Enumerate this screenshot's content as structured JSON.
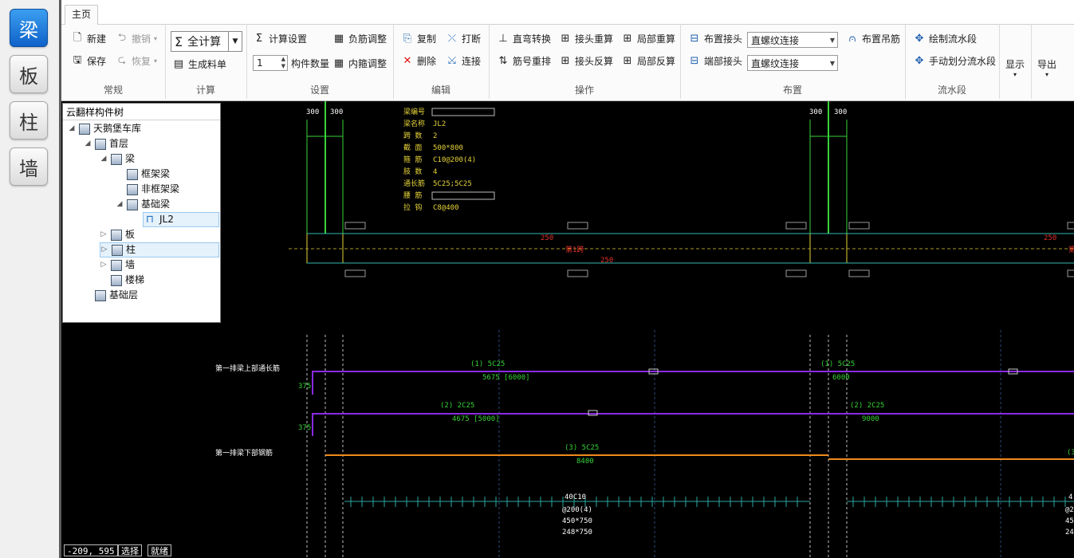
{
  "left_rail": [
    "梁",
    "板",
    "柱",
    "墙"
  ],
  "tabs": [
    "主页"
  ],
  "groups": {
    "general": {
      "label": "常规",
      "new": "新建",
      "undo": "撤销",
      "save": "保存",
      "redo": "恢复"
    },
    "calc": {
      "label": "计算",
      "full_calc": "全计算",
      "gen_bill": "生成料单"
    },
    "settings": {
      "label": "设置",
      "calc_settings": "计算设置",
      "neg_rebar": "负筋调整",
      "count_value": "1",
      "count_label": "构件数量",
      "stirrup": "内箍调整"
    },
    "edit": {
      "label": "编辑",
      "copy": "复制",
      "break": "打断",
      "delete": "删除",
      "connect": "连接"
    },
    "ops": {
      "label": "操作",
      "bend": "直弯转换",
      "joint_recalc": "接头重算",
      "local_recalc": "局部重算",
      "renumber": "筋号重排",
      "joint_reverse": "接头反算",
      "local_reverse": "局部反算"
    },
    "layout": {
      "label": "布置",
      "place_joint": "布置接头",
      "joint_type1": "直螺纹连接",
      "end_joint": "端部接头",
      "joint_type2": "直螺纹连接",
      "hanger": "布置吊筋"
    },
    "flow": {
      "label": "流水段",
      "draw_flow": "绘制流水段",
      "manual_flow": "手动划分流水段"
    },
    "show": "显示",
    "export": "导出"
  },
  "tree": {
    "title": "云翻样构件树",
    "project": "天鹅堡车库",
    "floor1": "首层",
    "beam": "梁",
    "frame_beam": "框架梁",
    "nonframe_beam": "非框架梁",
    "found_beam": "基础梁",
    "jl2": "JL2",
    "slab": "板",
    "column": "柱",
    "wall": "墙",
    "stairs": "楼梯",
    "foundation": "基础层"
  },
  "cad": {
    "col_dims": [
      "300",
      "300",
      "300",
      "300"
    ],
    "info_labels": [
      "梁编号",
      "梁名称",
      "跨 数",
      "截 面",
      "箍 筋",
      "肢 数",
      "通长筋",
      "腰 筋",
      "拉 钩"
    ],
    "info_values": [
      "",
      "JL2",
      "2",
      "500*800",
      "C10@200(4)",
      "4",
      "5C25;5C25",
      "",
      "C8@400"
    ],
    "dim_250": [
      "250",
      "250",
      "250"
    ],
    "span_label": "第1跨",
    "span_label2": "第",
    "top_label": "第一排梁上部通长筋",
    "bottom_label": "第一排梁下部钢筋",
    "bar1_spec": "(1) 5C25",
    "bar1_len": "5675 [6000]",
    "bar1b_spec": "(1) 5C25",
    "bar1b_len": "6000",
    "bar2_spec": "(2) 2C25",
    "bar2_len": "4675 [5000]",
    "bar2b_spec": "(2) 2C25",
    "bar2b_len": "9000",
    "bar3_spec": "(3) 5C25",
    "bar3_len": "8400",
    "bar3b_spec": "(3",
    "hook1": "375",
    "hook2": "375",
    "stir_count": "40C10",
    "stir_spacing": "@200(4)",
    "stir_dim1": "450*750",
    "stir_dim2": "248*750",
    "stir_r1": "4",
    "stir_r2": "@2",
    "stir_r3": "45",
    "stir_r4": "24"
  },
  "status": {
    "coords": "-209, 595",
    "mode": "选择",
    "state": "就绪"
  }
}
